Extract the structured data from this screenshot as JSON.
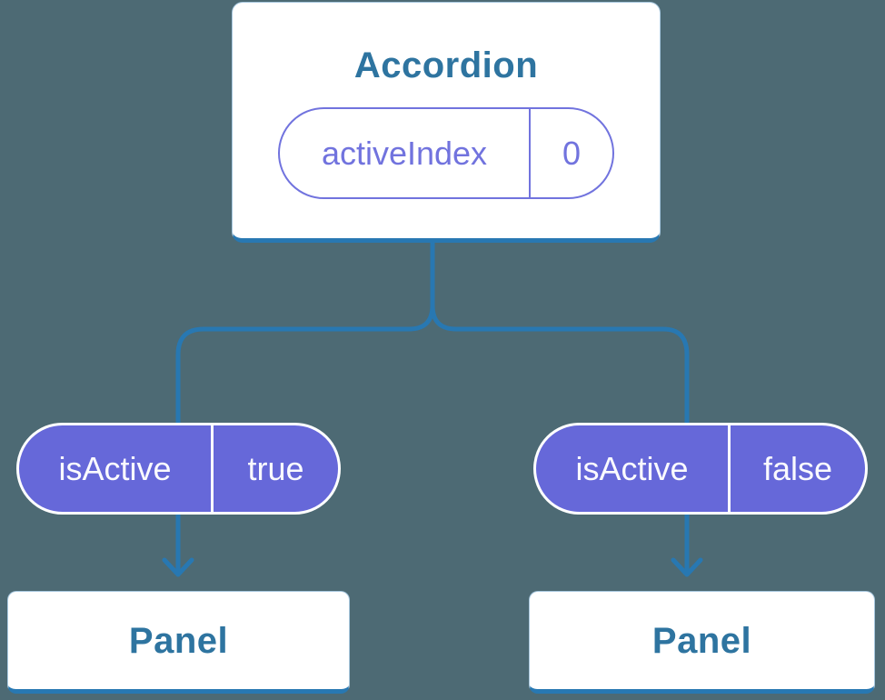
{
  "colors": {
    "background": "#4D6A74",
    "line_blue": "#2878B2",
    "node_text_blue": "#2E74A0",
    "purple_fill": "#6668D9",
    "purple_accent": "#7173DE",
    "pill_text_light": "#FAFAFE",
    "card_bg": "#FFFFFF"
  },
  "diagram": {
    "root": {
      "label": "Accordion",
      "state": {
        "name": "activeIndex",
        "value": "0"
      }
    },
    "branches": [
      {
        "prop": {
          "name": "isActive",
          "value": "true"
        },
        "child": {
          "label": "Panel"
        }
      },
      {
        "prop": {
          "name": "isActive",
          "value": "false"
        },
        "child": {
          "label": "Panel"
        }
      }
    ]
  }
}
